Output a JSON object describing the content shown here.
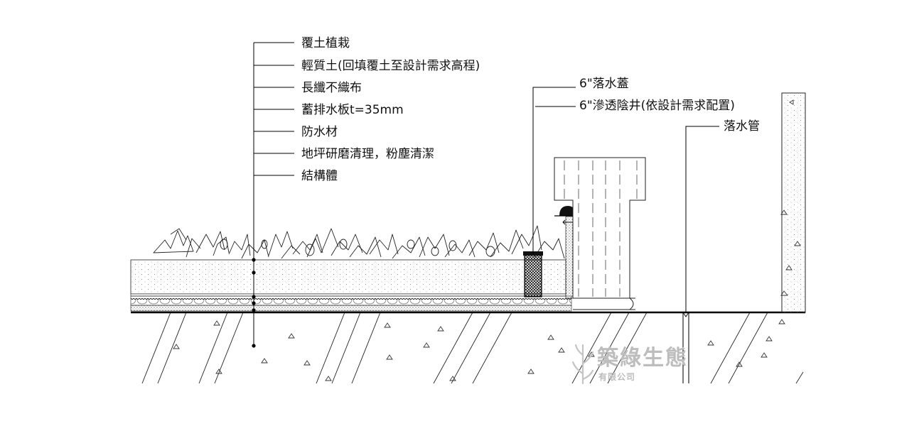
{
  "diagram": {
    "left_labels": [
      "覆土植栽",
      "輕質土(回填覆土至設計需求高程)",
      "長纖不織布",
      "蓄排水板t=35mm",
      "防水材",
      "地坪研磨清理，粉塵清潔",
      "結構體"
    ],
    "drain_labels": {
      "cover": "6\"落水蓋",
      "well": "6\"滲透陰井(依設計需求配置)",
      "pipe": "落水管"
    },
    "watermark": {
      "name": "築綠生態",
      "company": "有限公司"
    }
  }
}
